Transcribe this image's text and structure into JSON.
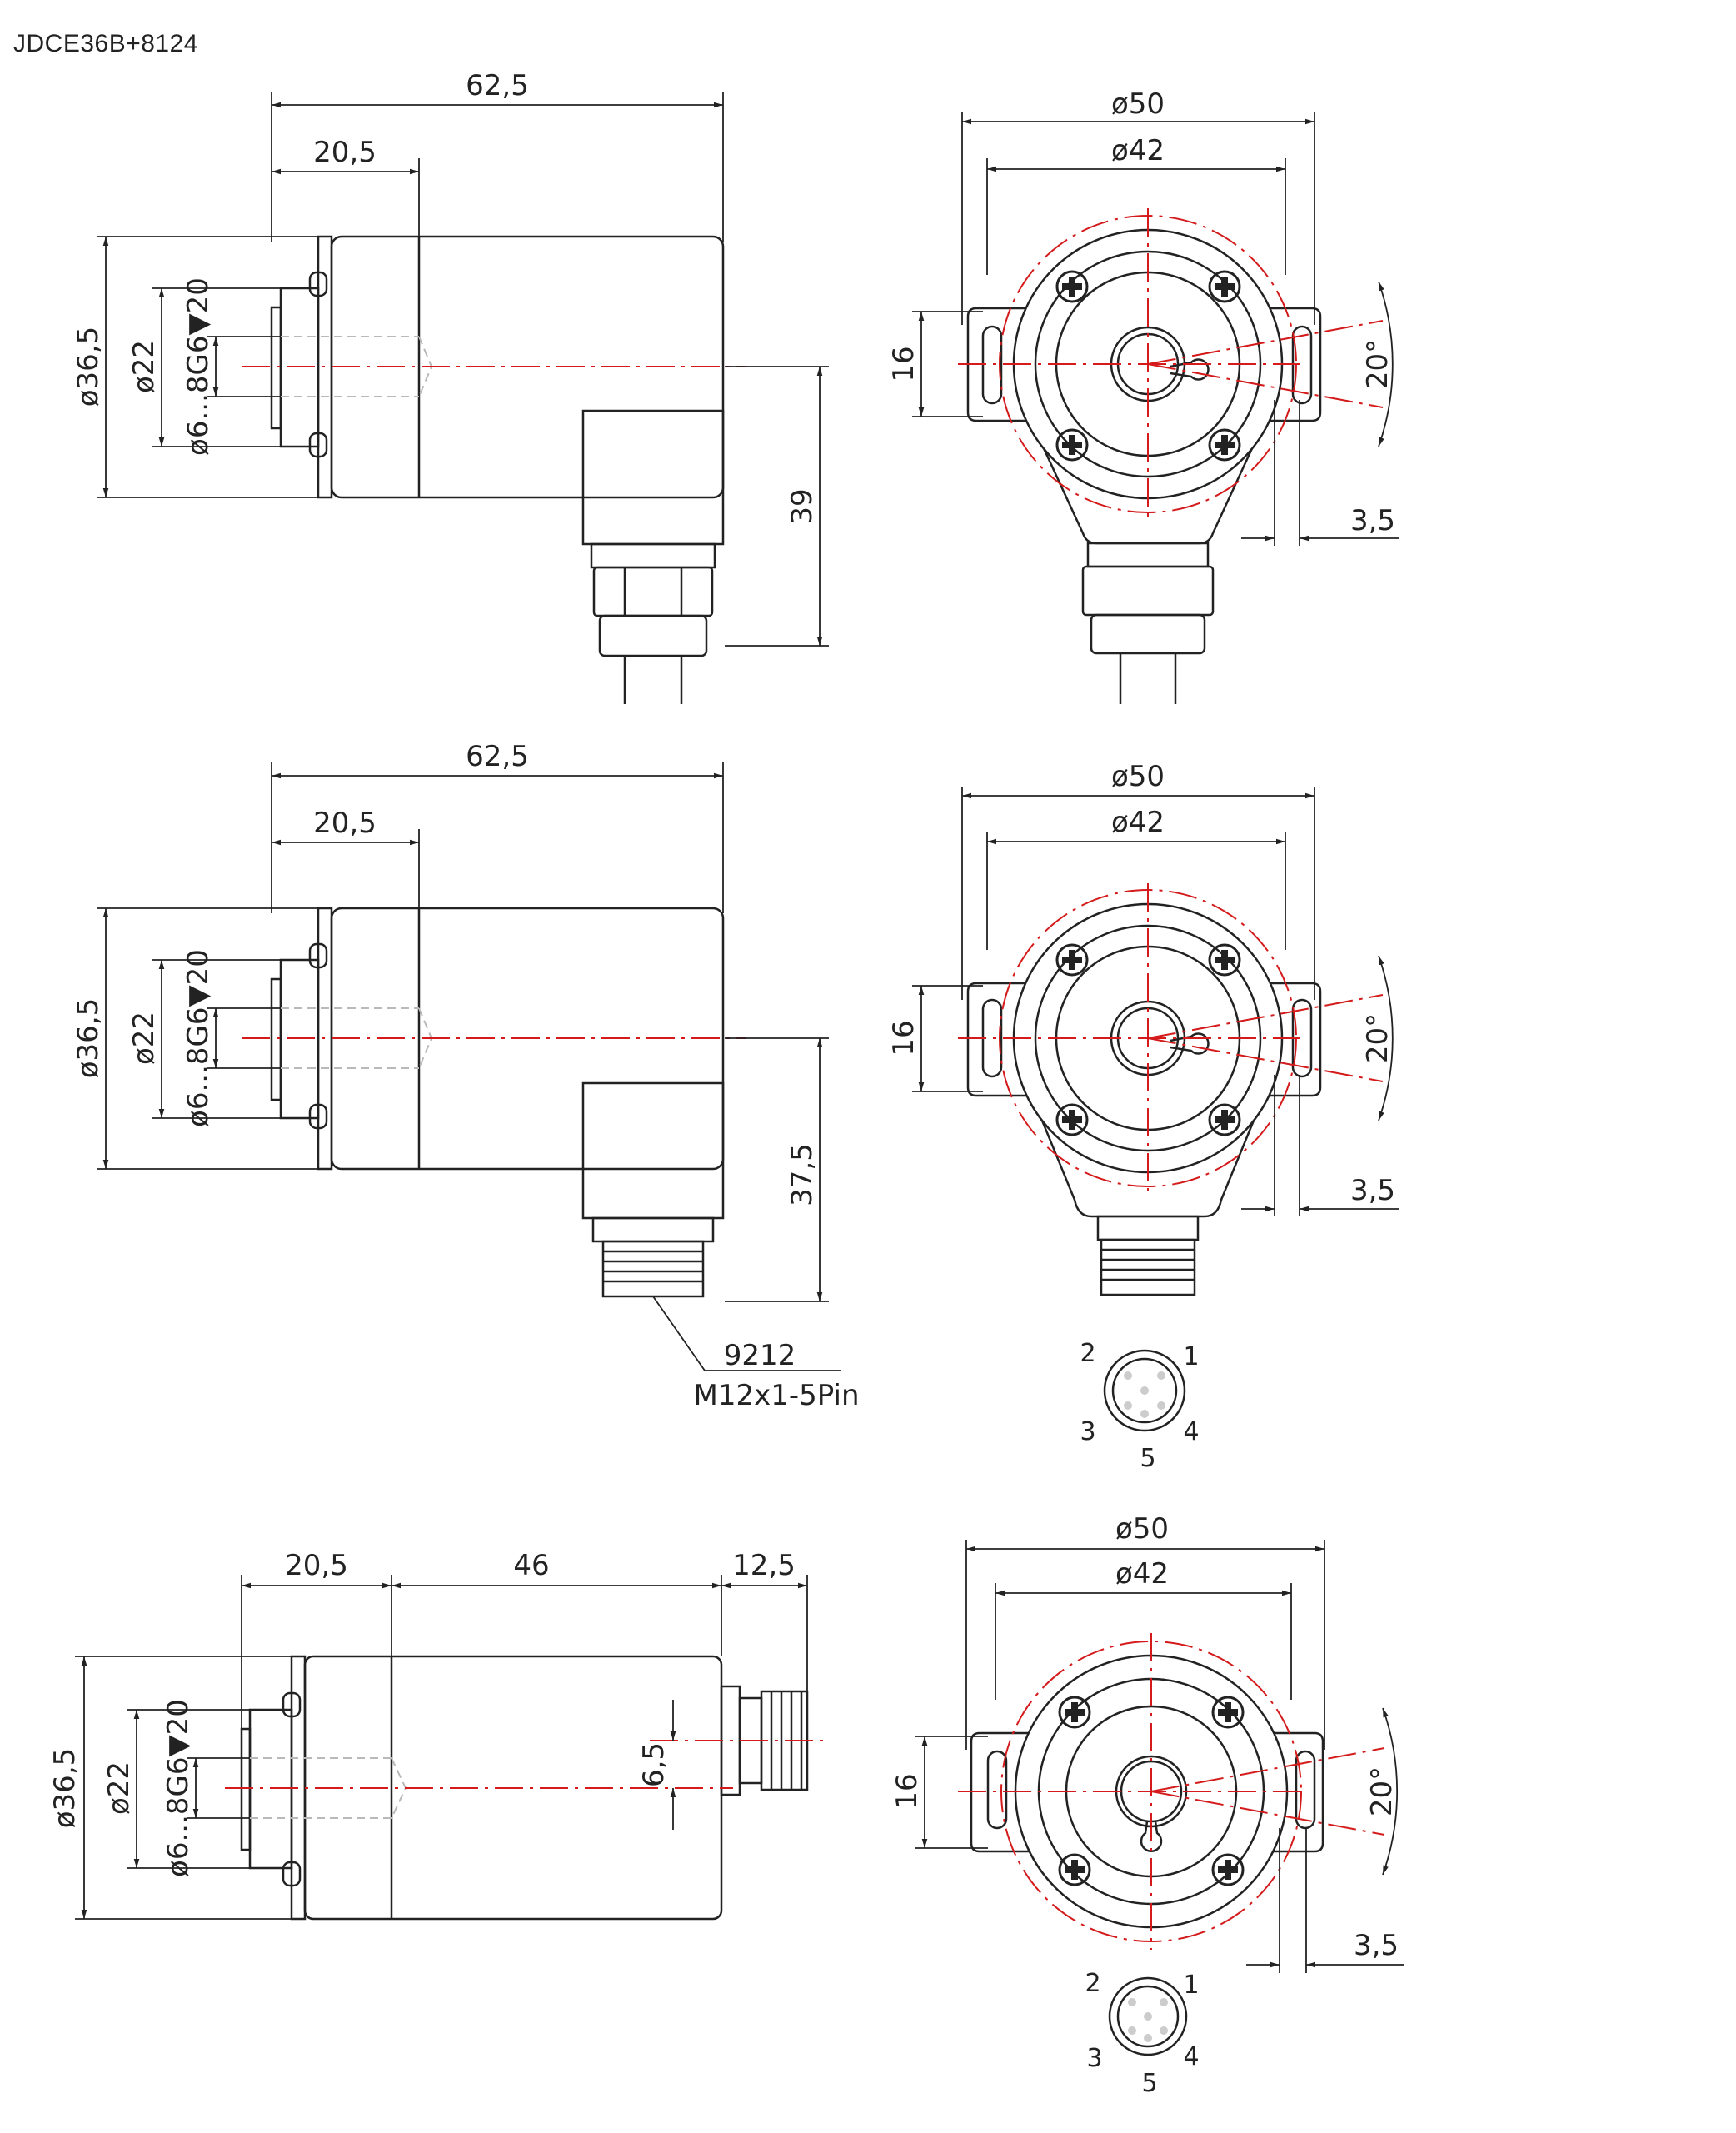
{
  "title": "JDCE36B+8124",
  "colors": {
    "line": "#222222",
    "centerline": "#d41a1a",
    "hidden": "#b9b9b9"
  },
  "row1": {
    "side": {
      "overall": "62,5",
      "flange": "20,5",
      "body_dia": "ø36,5",
      "bore_outer": "ø22",
      "bore": "ø6...8G6▼20",
      "cable_height": "39"
    },
    "front": {
      "outer_dia": "ø50",
      "pcd": "ø42",
      "slot_span": "16",
      "angle": "20°",
      "slot_width": "3,5"
    }
  },
  "row2": {
    "side": {
      "overall": "62,5",
      "flange": "20,5",
      "body_dia": "ø36,5",
      "bore_outer": "ø22",
      "bore": "ø6...8G6▼20",
      "conn_height": "37,5",
      "callout_code": "9212",
      "callout_spec": "M12x1-5Pin"
    },
    "front": {
      "outer_dia": "ø50",
      "pcd": "ø42",
      "slot_span": "16",
      "angle": "20°",
      "slot_width": "3,5"
    },
    "pins": [
      "1",
      "2",
      "3",
      "4",
      "5"
    ]
  },
  "row3": {
    "side": {
      "flange": "20,5",
      "body_len": "46",
      "conn_len": "12,5",
      "conn_offset": "6,5",
      "body_dia": "ø36,5",
      "bore_outer": "ø22",
      "bore": "ø6...8G6▼20"
    },
    "front": {
      "outer_dia": "ø50",
      "pcd": "ø42",
      "slot_span": "16",
      "angle": "20°",
      "slot_width": "3,5"
    },
    "pins": [
      "1",
      "2",
      "3",
      "4",
      "5"
    ]
  }
}
